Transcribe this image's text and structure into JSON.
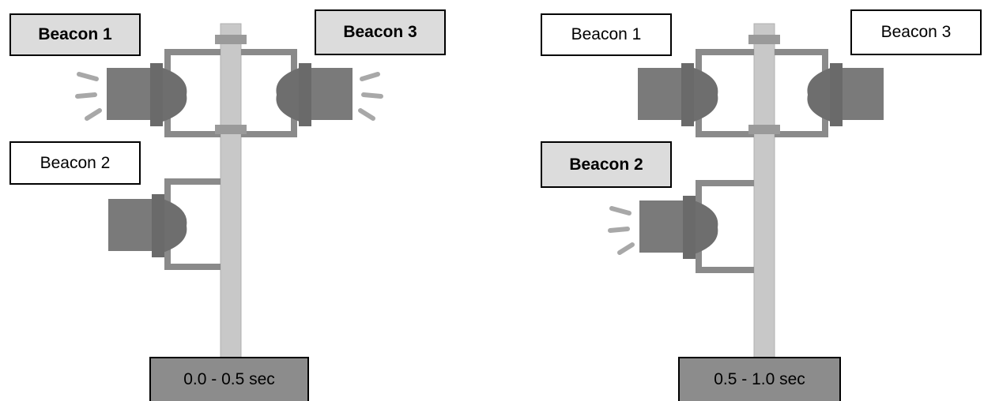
{
  "panels": [
    {
      "beacons": [
        {
          "label": "Beacon 1",
          "active": true
        },
        {
          "label": "Beacon 2",
          "active": false
        },
        {
          "label": "Beacon 3",
          "active": true
        }
      ],
      "time": "0.0 - 0.5 sec"
    },
    {
      "beacons": [
        {
          "label": "Beacon 1",
          "active": false
        },
        {
          "label": "Beacon 2",
          "active": true
        },
        {
          "label": "Beacon 3",
          "active": false
        }
      ],
      "time": "0.5 - 1.0 sec"
    }
  ],
  "colors": {
    "active_label_fill": "#dcdcdc",
    "time_fill": "#8c8c8c",
    "pole": "#c8c8c8",
    "beacon": "#7a7a7a",
    "rays": "#a8a8a8"
  }
}
